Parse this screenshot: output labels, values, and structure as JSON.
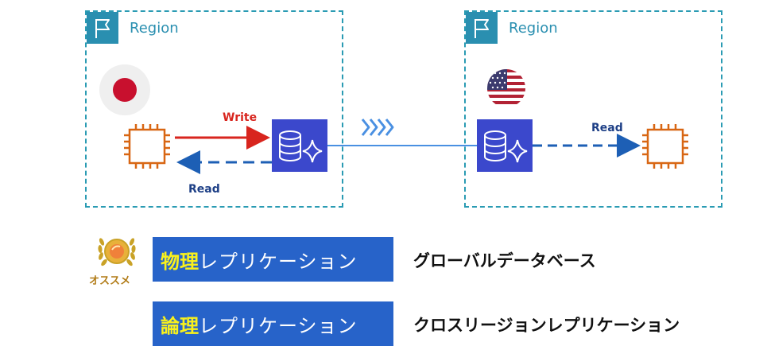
{
  "regions": [
    {
      "label": "Region",
      "flag_country": "Japan",
      "icon": "region-flag-icon"
    },
    {
      "label": "Region",
      "flag_country": "United States",
      "icon": "region-flag-icon"
    }
  ],
  "arrows": {
    "write_label": "Write",
    "read_label_left": "Read",
    "read_label_right": "Read"
  },
  "options": [
    {
      "strong": "物理",
      "rest": "レプリケーション",
      "description": "グローバルデータベース",
      "recommended": true
    },
    {
      "strong": "論理",
      "rest": "レプリケーション",
      "description": "クロスリージョンレプリケーション",
      "recommended": false
    }
  ],
  "badge": {
    "label": "オススメ",
    "icon": "recommend-medal-icon"
  },
  "colors": {
    "region_border": "#2a9bb3",
    "region_flag": "#2a8fb0",
    "write_arrow": "#d8251e",
    "read_arrow": "#1d5fb5",
    "database": "#3b48cc",
    "compute": "#d86613",
    "pill_bg": "#2763c9",
    "pill_highlight": "#f9f11c",
    "replication_line": "#4a90e2"
  }
}
